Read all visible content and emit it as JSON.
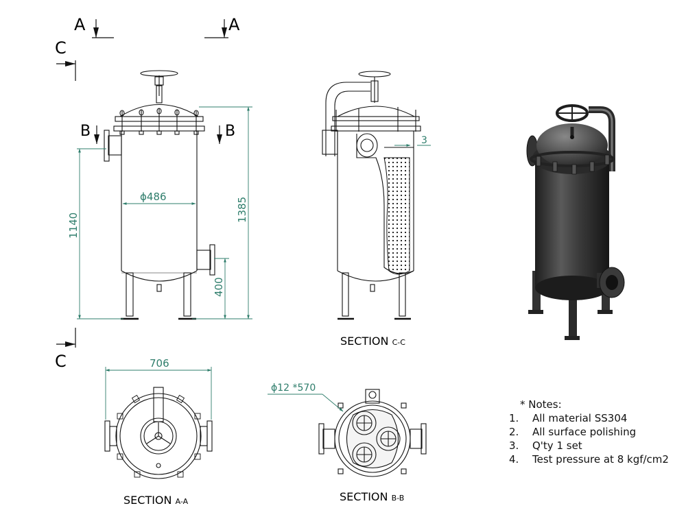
{
  "section_markers": {
    "a_left": "A",
    "a_right": "A",
    "b_left": "B",
    "b_right": "B",
    "c_top": "C",
    "c_bottom": "C"
  },
  "dimensions": {
    "diameter_body": "ϕ486",
    "height_total": "1385",
    "height_inlet": "1140",
    "height_outlet": "400",
    "wall": "3",
    "width_aa": "706",
    "holes": "ϕ12 *570"
  },
  "section_titles": {
    "cc": {
      "main": "SECTION ",
      "sub": "C-C"
    },
    "aa": {
      "main": "SECTION ",
      "sub": "A-A"
    },
    "bb": {
      "main": "SECTION ",
      "sub": "B-B"
    }
  },
  "notes": {
    "title": "* Notes:",
    "items": [
      {
        "num": "1.",
        "text": "All material SS304"
      },
      {
        "num": "2.",
        "text": "All surface polishing"
      },
      {
        "num": "3.",
        "text": "Q'ty 1 set"
      },
      {
        "num": "4.",
        "text": "Test pressure at 8 kgf/cm2"
      }
    ]
  },
  "colors": {
    "line": "#111111",
    "dimension": "#2e7d6b",
    "body_3d": "#3a3a3a"
  }
}
